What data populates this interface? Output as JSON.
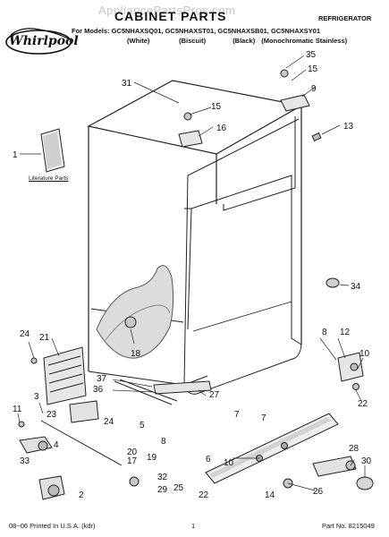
{
  "header": {
    "watermark": "AppliancePartsPros.com",
    "title": "CABINET PARTS",
    "category": "REFRIGERATOR",
    "models_line": "For Models: GC5NHAXSQ01, GC5NHAXST01, GC5NHAXSB01, GC5NHAXSY01",
    "finishes": [
      "(White)",
      "(Biscuit)",
      "(Black)",
      "(Monochromatic Stainless)"
    ]
  },
  "logo": {
    "text": "Whirlpool"
  },
  "literature_label": "Literature Parts",
  "callouts": {
    "n1": "1",
    "n2": "2",
    "n3": "3",
    "n4": "4",
    "n5": "5",
    "n6": "6",
    "n7a": "7",
    "n7b": "7",
    "n8a": "8",
    "n8b": "8",
    "n9": "9",
    "n10a": "10",
    "n10b": "10",
    "n11": "11",
    "n12": "12",
    "n13": "13",
    "n14": "14",
    "n15a": "15",
    "n15b": "15",
    "n16": "16",
    "n17": "17",
    "n18": "18",
    "n19": "19",
    "n20": "20",
    "n21": "21",
    "n22a": "22",
    "n22b": "22",
    "n23": "23",
    "n24a": "24",
    "n24b": "24",
    "n25": "25",
    "n26": "26",
    "n27": "27",
    "n28": "28",
    "n29": "29",
    "n30": "30",
    "n31": "31",
    "n32": "32",
    "n33": "33",
    "n34": "34",
    "n35": "35",
    "n36": "36",
    "n37": "37"
  },
  "footer": {
    "left": "08−06 Printed In U.S.A. (kdr)",
    "page": "1",
    "part_no": "Part No. 8215049"
  }
}
